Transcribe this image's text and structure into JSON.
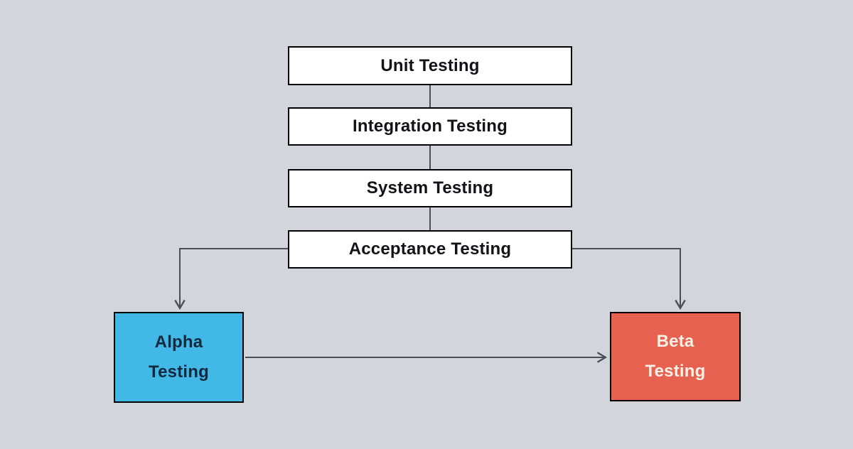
{
  "diagram": {
    "description": "Software testing levels flowchart",
    "nodes": [
      {
        "id": "unit",
        "label": "Unit Testing",
        "fill": "#ffffff",
        "text_color": "#111318"
      },
      {
        "id": "integration",
        "label": "Integration Testing",
        "fill": "#ffffff",
        "text_color": "#111318"
      },
      {
        "id": "system",
        "label": "System Testing",
        "fill": "#ffffff",
        "text_color": "#111318"
      },
      {
        "id": "acceptance",
        "label": "Acceptance Testing",
        "fill": "#ffffff",
        "text_color": "#111318"
      },
      {
        "id": "alpha",
        "label": "Alpha Testing",
        "line1": "Alpha",
        "line2": "Testing",
        "fill": "#41b8e6",
        "text_color": "#14293d"
      },
      {
        "id": "beta",
        "label": "Beta Testing",
        "line1": "Beta",
        "line2": "Testing",
        "fill": "#e6614f",
        "text_color": "#f9f0e5"
      }
    ],
    "edges": [
      {
        "from": "unit",
        "to": "integration",
        "arrowhead": false
      },
      {
        "from": "integration",
        "to": "system",
        "arrowhead": false
      },
      {
        "from": "system",
        "to": "acceptance",
        "arrowhead": false
      },
      {
        "from": "acceptance",
        "to": "alpha",
        "arrowhead": true
      },
      {
        "from": "acceptance",
        "to": "beta",
        "arrowhead": true
      },
      {
        "from": "alpha",
        "to": "beta",
        "arrowhead": true
      }
    ],
    "colors": {
      "background": "#d2d6dc",
      "node_fill": "#ffffff",
      "node_border": "#000000",
      "node_text": "#111318",
      "alpha_fill": "#41b8e6",
      "alpha_text": "#14293d",
      "beta_fill": "#e6614f",
      "beta_text": "#f9f0e5",
      "connector": "#4a4f55"
    }
  }
}
